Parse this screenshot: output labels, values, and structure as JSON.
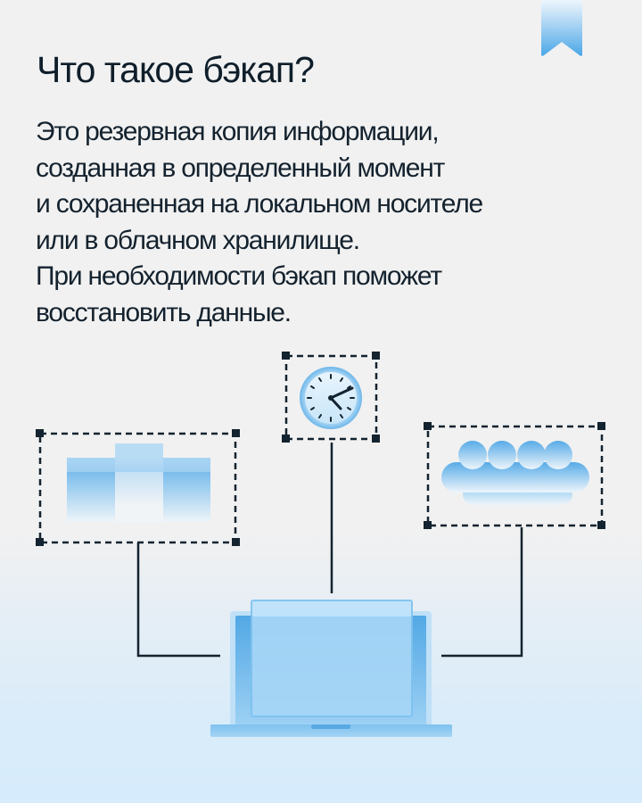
{
  "slide": {
    "title": "Что такое бэкап?",
    "body_lines": [
      "Это резервная копия информации,",
      "созданная в определенный момент",
      "и сохраненная на локальном носителе",
      "или в облачном хранилище.",
      "При необходимости бэкап поможет",
      "восстановить данные."
    ],
    "bookmark_icon": "bookmark-ribbon-icon"
  },
  "diagram": {
    "nodes": [
      {
        "id": "local-storage",
        "icon": "bar-blocks-icon"
      },
      {
        "id": "time",
        "icon": "clock-icon",
        "clock_time": "≈ 4:12"
      },
      {
        "id": "cloud-storage",
        "icon": "cloud-icon"
      },
      {
        "id": "device",
        "icon": "laptop-icon"
      }
    ]
  },
  "colors": {
    "background": "#f1f1f1",
    "background_bottom": "#d6ebfb",
    "text": "#10202c",
    "accent_blue": "#4ba9e6",
    "light_blue": "#a9d8f7",
    "frame_dark": "#13232f"
  }
}
